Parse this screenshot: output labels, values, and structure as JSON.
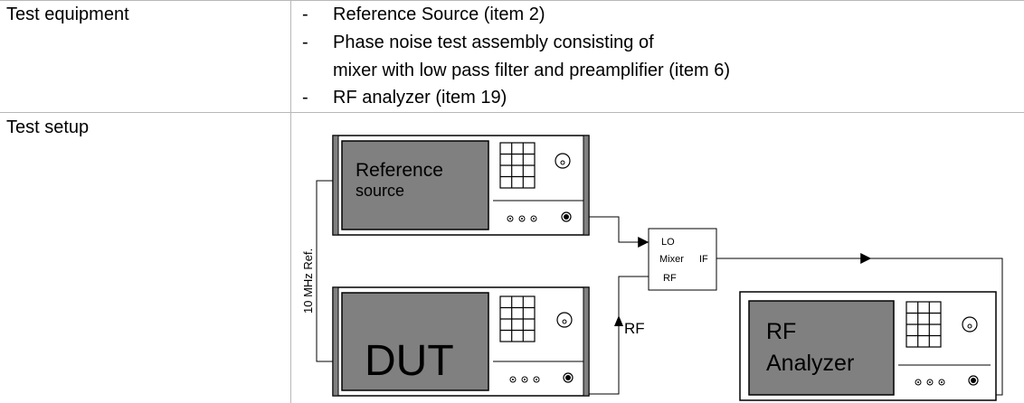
{
  "rows": {
    "equipment": {
      "label": "Test equipment",
      "items": [
        {
          "bullet": "-",
          "text": "Reference Source (item 2)"
        },
        {
          "bullet": "-",
          "text": "Phase noise test assembly consisting of"
        },
        {
          "bullet": "",
          "text": "mixer with low pass filter and preamplifier (item 6)"
        },
        {
          "bullet": "-",
          "text": "RF analyzer (item 19)"
        }
      ]
    },
    "setup": {
      "label": "Test setup"
    }
  },
  "diagram": {
    "reference_source_label_line1": "Reference",
    "reference_source_label_line2": "source",
    "dut_label": "DUT",
    "analyzer_label_line1": "RF",
    "analyzer_label_line2": "Analyzer",
    "ref_clock_label": "10 MHz Ref.",
    "mixer_lo": "LO",
    "mixer_name": "Mixer",
    "mixer_if": "IF",
    "mixer_rf": "RF",
    "rf_signal_label": "RF"
  },
  "colors": {
    "grid": "#b8b8b8",
    "screen": "#808080",
    "instrument_frame": "#000000"
  }
}
